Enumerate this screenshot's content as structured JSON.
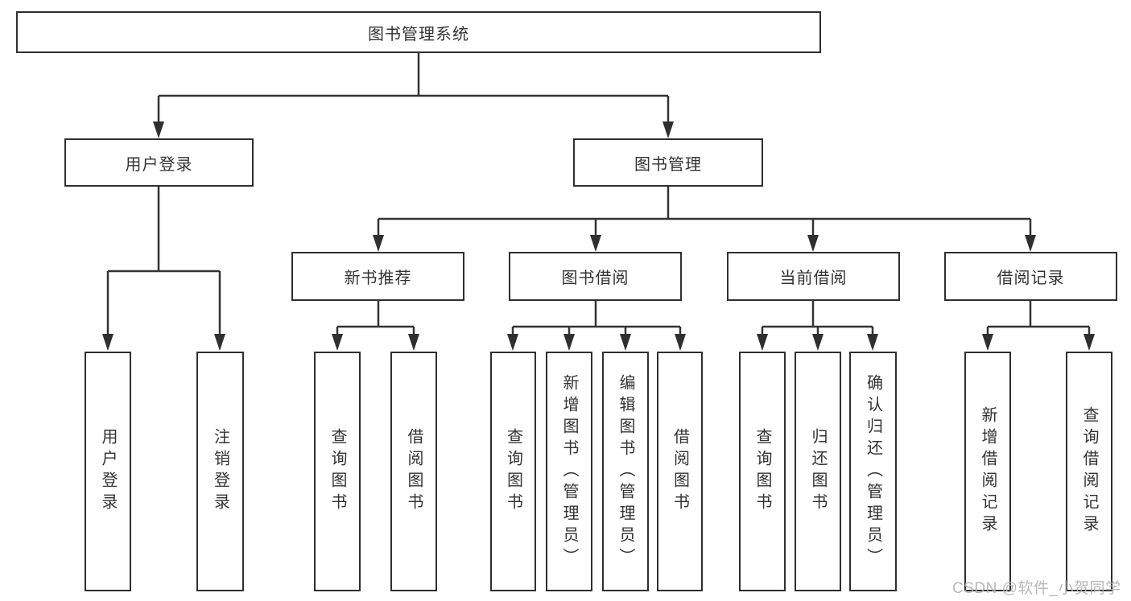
{
  "diagram": {
    "title": "图书管理系统",
    "type": "functional-structure-tree"
  },
  "nodes": {
    "root": "图书管理系统",
    "user_login": "用户登录",
    "book_mgmt": "图书管理",
    "new_book_rec": "新书推荐",
    "book_borrow": "图书借阅",
    "current_borrow": "当前借阅",
    "borrow_records": "借阅记录",
    "ul_login": "用户登录",
    "ul_logout": "注销登录",
    "nbr_query": "查询图书",
    "nbr_borrow": "借阅图书",
    "bb_query": "查询图书",
    "bb_add": "新增图书（管理员）",
    "bb_edit": "编辑图书（管理员）",
    "bb_borrow": "借阅图书",
    "cb_query": "查询图书",
    "cb_return": "归还图书",
    "cb_confirm": "确认归还（管理员）",
    "br_add": "新增借阅记录",
    "br_query": "查询借阅记录"
  },
  "hierarchy": {
    "图书管理系统": {
      "用户登录": [
        "用户登录",
        "注销登录"
      ],
      "图书管理": {
        "新书推荐": [
          "查询图书",
          "借阅图书"
        ],
        "图书借阅": [
          "查询图书",
          "新增图书（管理员）",
          "编辑图书（管理员）",
          "借阅图书"
        ],
        "当前借阅": [
          "查询图书",
          "归还图书",
          "确认归还（管理员）"
        ],
        "借阅记录": [
          "新增借阅记录",
          "查询借阅记录"
        ]
      }
    }
  },
  "watermark": "CSDN @软件_小贺同学",
  "colors": {
    "line": "#333333",
    "box_border": "#2f2f2f",
    "text": "#333333",
    "background": "#ffffff",
    "watermark": "#b2b2b2"
  }
}
